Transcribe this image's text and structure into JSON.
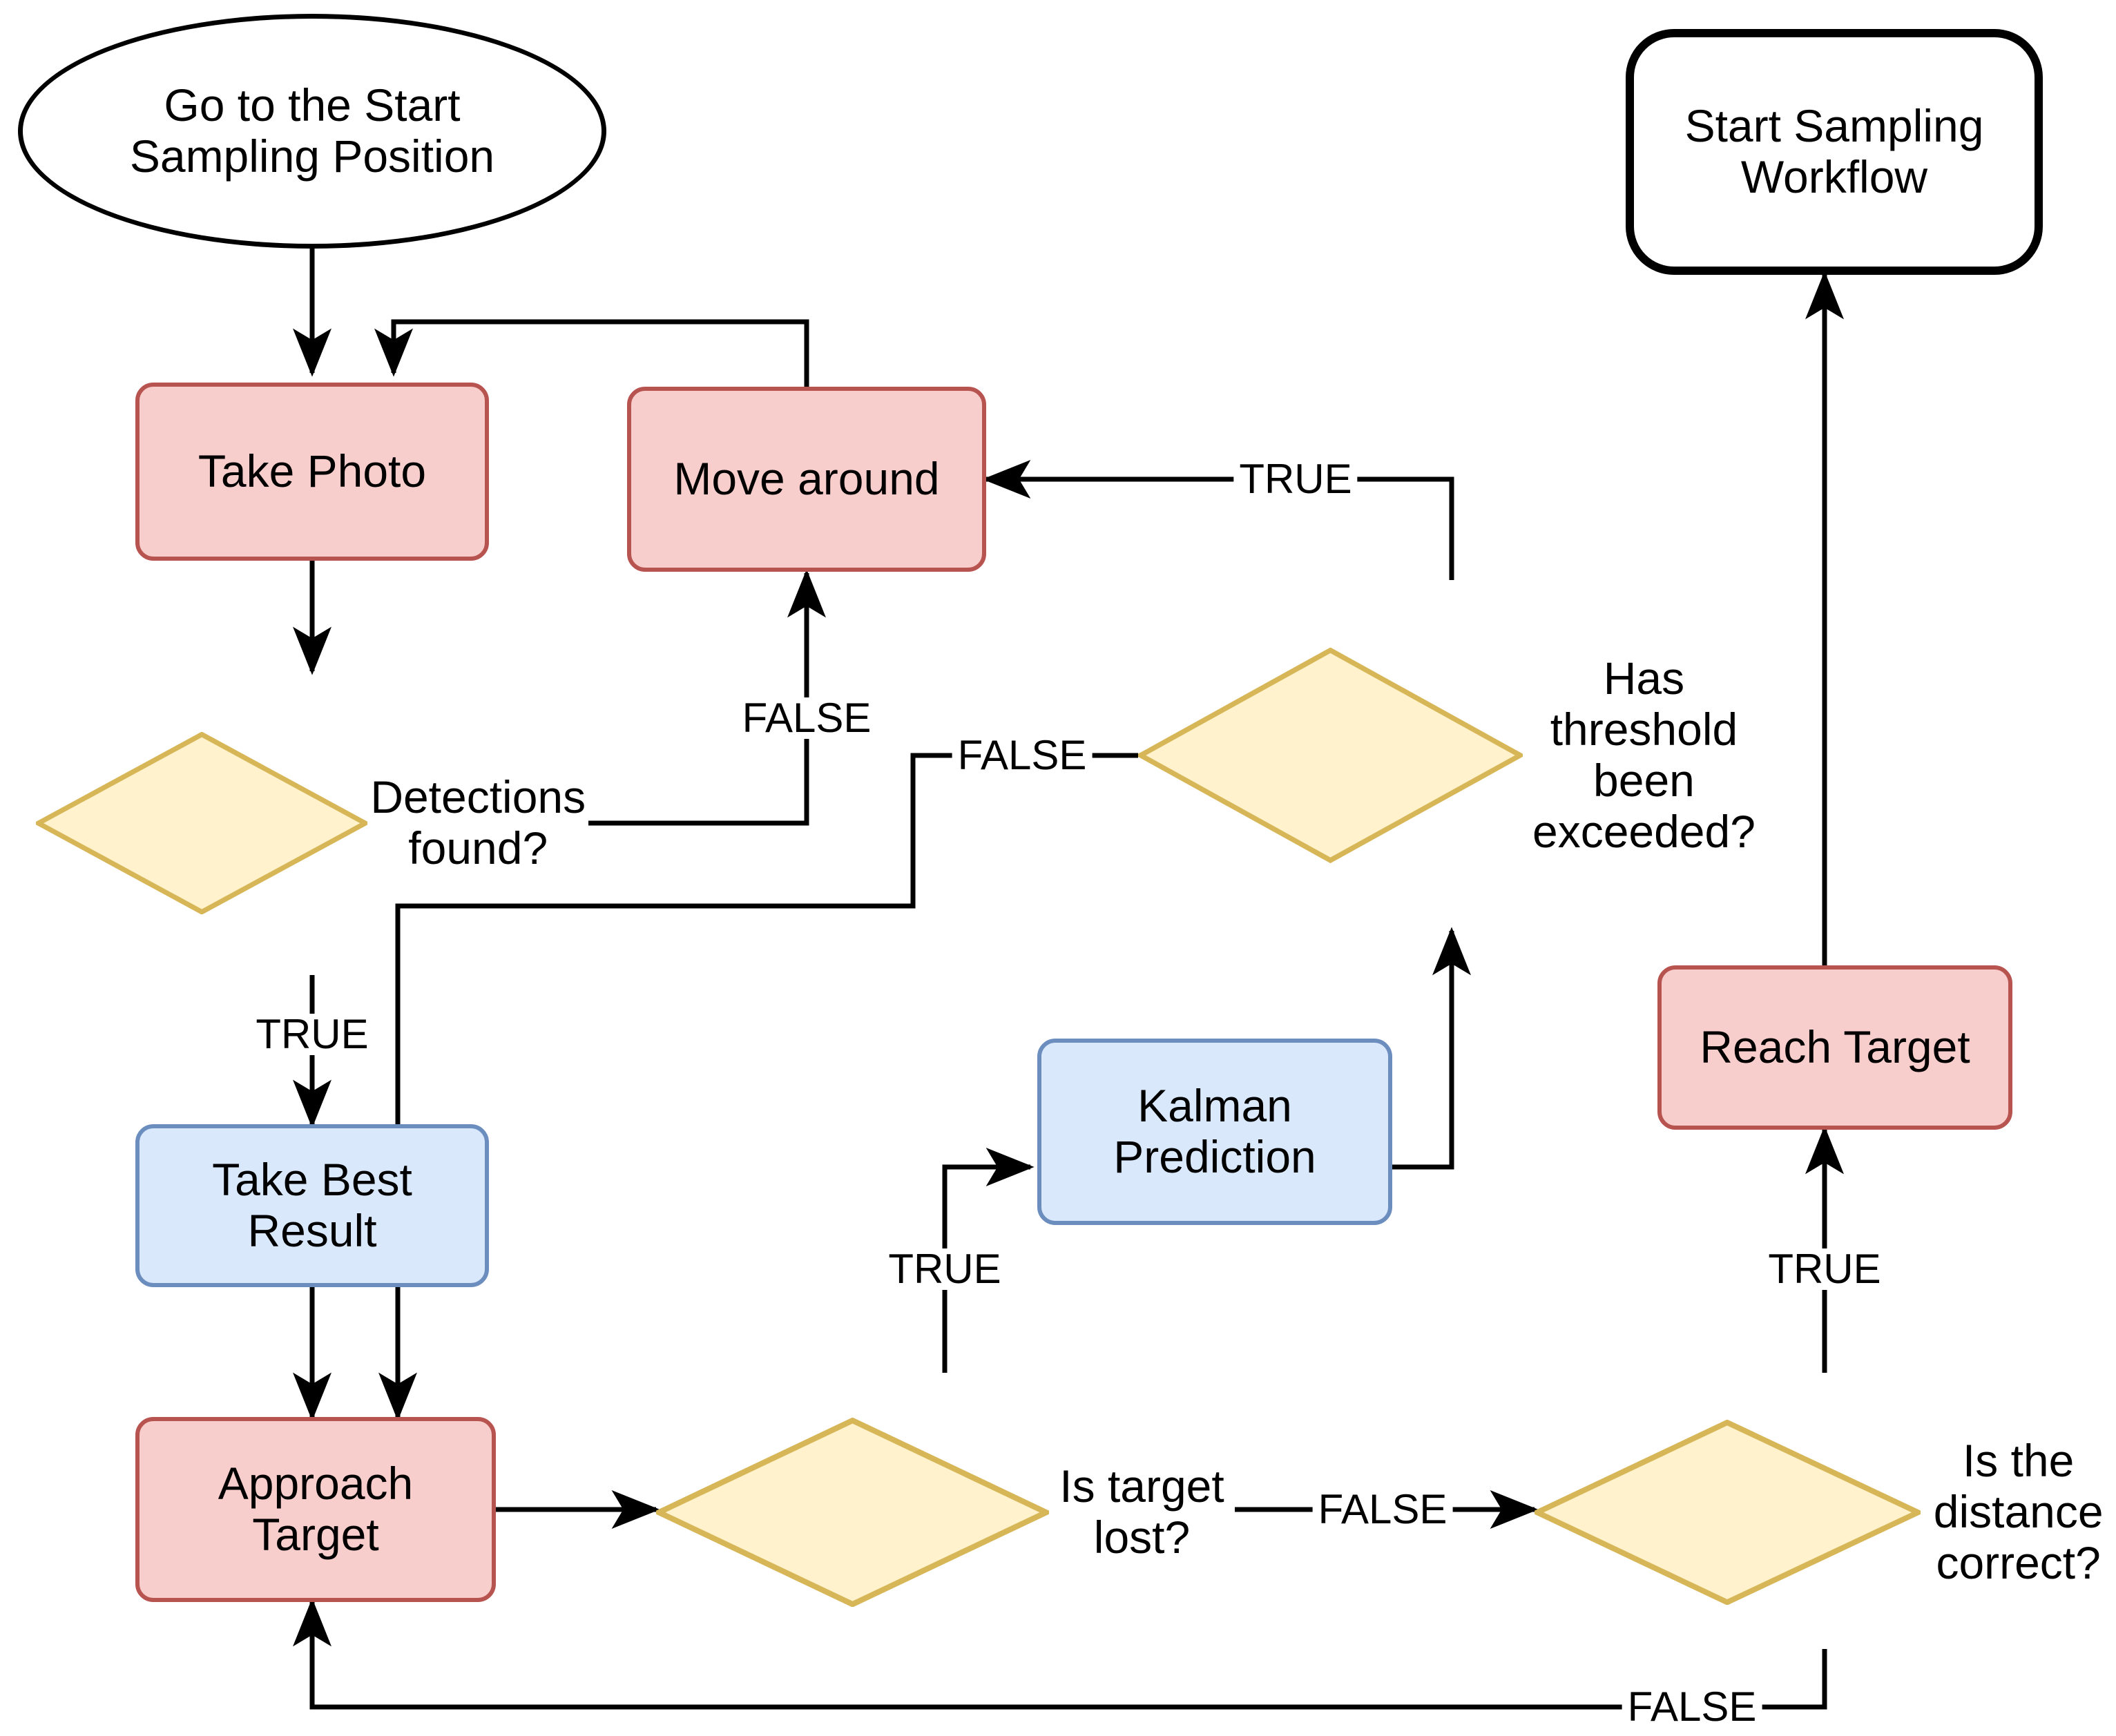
{
  "diagram": {
    "title": "Sampling Workflow Flowchart",
    "background": "#ffffff",
    "palette": {
      "pink_fill": "#f8cecc",
      "pink_stroke": "#b85450",
      "blue_fill": "#dae8fc",
      "blue_stroke": "#6c8ebf",
      "yellow_fill": "#fff2cc",
      "yellow_stroke": "#d6b656",
      "terminal_stroke": "#000000",
      "edge_stroke": "#000000"
    }
  },
  "nodes": {
    "start_position": {
      "label": "Go to the Start\nSampling Position",
      "shape": "ellipse"
    },
    "start_sampling_workflow": {
      "label": "Start Sampling\nWorkflow",
      "shape": "rounded-terminal"
    },
    "take_photo": {
      "label": "Take Photo",
      "shape": "process"
    },
    "move_around": {
      "label": "Move around",
      "shape": "process"
    },
    "detections_found": {
      "label": "Detections found?",
      "shape": "decision"
    },
    "has_threshold_been_exceeded": {
      "label": "Has threshold been\nexceeded?",
      "shape": "decision"
    },
    "take_best_result": {
      "label": "Take Best\nResult",
      "shape": "process-blue"
    },
    "kalman_prediction": {
      "label": "Kalman\nPrediction",
      "shape": "process-blue"
    },
    "reach_target": {
      "label": "Reach Target",
      "shape": "process"
    },
    "approach_target": {
      "label": "Approach\nTarget",
      "shape": "process"
    },
    "is_target_lost": {
      "label": "Is target lost?",
      "shape": "decision"
    },
    "is_the_distance_correct": {
      "label": "Is the distance\ncorrect?",
      "shape": "decision"
    }
  },
  "edge_labels": {
    "detections_false": "FALSE",
    "detections_true": "TRUE",
    "threshold_true": "TRUE",
    "threshold_false": "FALSE",
    "target_lost_true": "TRUE",
    "target_lost_false": "FALSE",
    "distance_true": "TRUE",
    "distance_false": "FALSE"
  },
  "edges": [
    {
      "from": "start_position",
      "to": "take_photo",
      "label": ""
    },
    {
      "from": "take_photo",
      "to": "detections_found",
      "label": ""
    },
    {
      "from": "detections_found",
      "to": "move_around",
      "label": "FALSE"
    },
    {
      "from": "move_around",
      "to": "take_photo",
      "label": ""
    },
    {
      "from": "detections_found",
      "to": "take_best_result",
      "label": "TRUE"
    },
    {
      "from": "take_best_result",
      "to": "approach_target",
      "label": ""
    },
    {
      "from": "approach_target",
      "to": "is_target_lost",
      "label": ""
    },
    {
      "from": "is_target_lost",
      "to": "kalman_prediction",
      "label": "TRUE"
    },
    {
      "from": "kalman_prediction",
      "to": "has_threshold_been_exceeded",
      "label": ""
    },
    {
      "from": "has_threshold_been_exceeded",
      "to": "move_around",
      "label": "TRUE"
    },
    {
      "from": "has_threshold_been_exceeded",
      "to": "approach_target",
      "label": "FALSE"
    },
    {
      "from": "is_target_lost",
      "to": "is_the_distance_correct",
      "label": "FALSE"
    },
    {
      "from": "is_the_distance_correct",
      "to": "reach_target",
      "label": "TRUE"
    },
    {
      "from": "reach_target",
      "to": "start_sampling_workflow",
      "label": ""
    },
    {
      "from": "is_the_distance_correct",
      "to": "approach_target",
      "label": "FALSE"
    }
  ]
}
